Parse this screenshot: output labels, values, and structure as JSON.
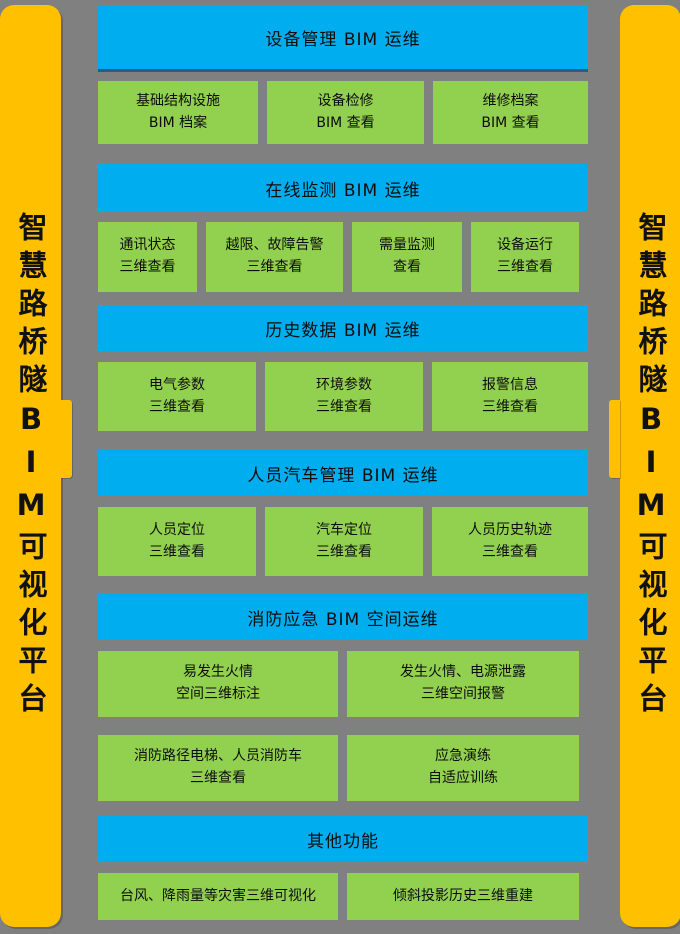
{
  "banner": {
    "left_label": "智慧路桥隧BIM可视化平台",
    "right_label": "智慧路桥隧BIM可视化平台",
    "color": "#FFC000"
  },
  "colors": {
    "background": "#808080",
    "header": "#00AEEF",
    "header_border": "#2E5A86",
    "leaf": "#92D050",
    "text": "#0D0D0D"
  },
  "sections": [
    {
      "header": "设备管理 BIM 运维",
      "rows": [
        [
          {
            "line1": "基础结构设施",
            "line2": "BIM 档案"
          },
          {
            "line1": "设备检修",
            "line2": "BIM 查看"
          },
          {
            "line1": "维修档案",
            "line2": "BIM 查看"
          }
        ]
      ]
    },
    {
      "header": "在线监测 BIM 运维",
      "rows": [
        [
          {
            "line1": "通讯状态",
            "line2": "三维查看"
          },
          {
            "line1": "越限、故障告警",
            "line2": "三维查看"
          },
          {
            "line1": "需量监测",
            "line2": "查看"
          },
          {
            "line1": "设备运行",
            "line2": "三维查看"
          }
        ]
      ]
    },
    {
      "header": "历史数据 BIM 运维",
      "rows": [
        [
          {
            "line1": "电气参数",
            "line2": "三维查看"
          },
          {
            "line1": "环境参数",
            "line2": "三维查看"
          },
          {
            "line1": "报警信息",
            "line2": "三维查看"
          }
        ]
      ]
    },
    {
      "header": "人员汽车管理 BIM 运维",
      "rows": [
        [
          {
            "line1": "人员定位",
            "line2": "三维查看"
          },
          {
            "line1": "汽车定位",
            "line2": "三维查看"
          },
          {
            "line1": "人员历史轨迹",
            "line2": "三维查看"
          }
        ]
      ]
    },
    {
      "header": "消防应急 BIM 空间运维",
      "rows": [
        [
          {
            "line1": "易发生火情",
            "line2": "空间三维标注"
          },
          {
            "line1": "发生火情、电源泄露",
            "line2": "三维空间报警"
          }
        ],
        [
          {
            "line1": "消防路径电梯、人员消防车",
            "line2": "三维查看"
          },
          {
            "line1": "应急演练",
            "line2": "自适应训练"
          }
        ]
      ]
    },
    {
      "header": "其他功能",
      "rows": [
        [
          {
            "line1": "台风、降雨量等灾害三维可视化",
            "line2": ""
          },
          {
            "line1": "倾斜投影历史三维重建",
            "line2": ""
          }
        ]
      ]
    }
  ]
}
